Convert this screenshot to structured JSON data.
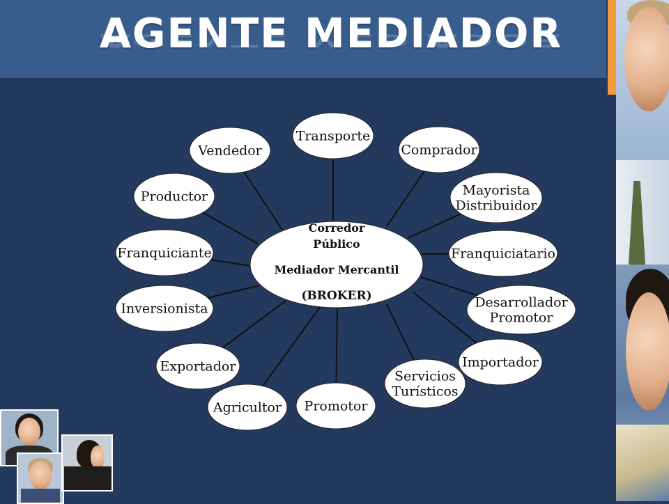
{
  "slide": {
    "title": "AGENTE MEDIADOR"
  },
  "diagram": {
    "center": {
      "lines": [
        "Corredor",
        "Público",
        "Mediador Mercantil",
        "(BROKER)"
      ]
    },
    "nodes": [
      {
        "id": "transporte",
        "lines": [
          "Transporte"
        ]
      },
      {
        "id": "comprador",
        "lines": [
          "Comprador"
        ]
      },
      {
        "id": "mayorista",
        "lines": [
          "Mayorista",
          "Distribuidor"
        ]
      },
      {
        "id": "franquiciatario",
        "lines": [
          "Franquiciatario"
        ]
      },
      {
        "id": "desarrollador",
        "lines": [
          "Desarrollador",
          "Promotor"
        ]
      },
      {
        "id": "importador",
        "lines": [
          "Importador"
        ]
      },
      {
        "id": "servicios",
        "lines": [
          "Servicios",
          "Turísticos"
        ]
      },
      {
        "id": "promotor",
        "lines": [
          "Promotor"
        ]
      },
      {
        "id": "agricultor",
        "lines": [
          "Agricultor"
        ]
      },
      {
        "id": "exportador",
        "lines": [
          "Exportador"
        ]
      },
      {
        "id": "inversionista",
        "lines": [
          "Inversionista"
        ]
      },
      {
        "id": "franquiciante",
        "lines": [
          "Franquiciante"
        ]
      },
      {
        "id": "productor",
        "lines": [
          "Productor"
        ]
      },
      {
        "id": "vendedor",
        "lines": [
          "Vendedor"
        ]
      }
    ]
  },
  "colors": {
    "background": "#23395d",
    "header": "#385d8c",
    "accent": "#f39a3d",
    "node_fill": "#ffffff"
  }
}
